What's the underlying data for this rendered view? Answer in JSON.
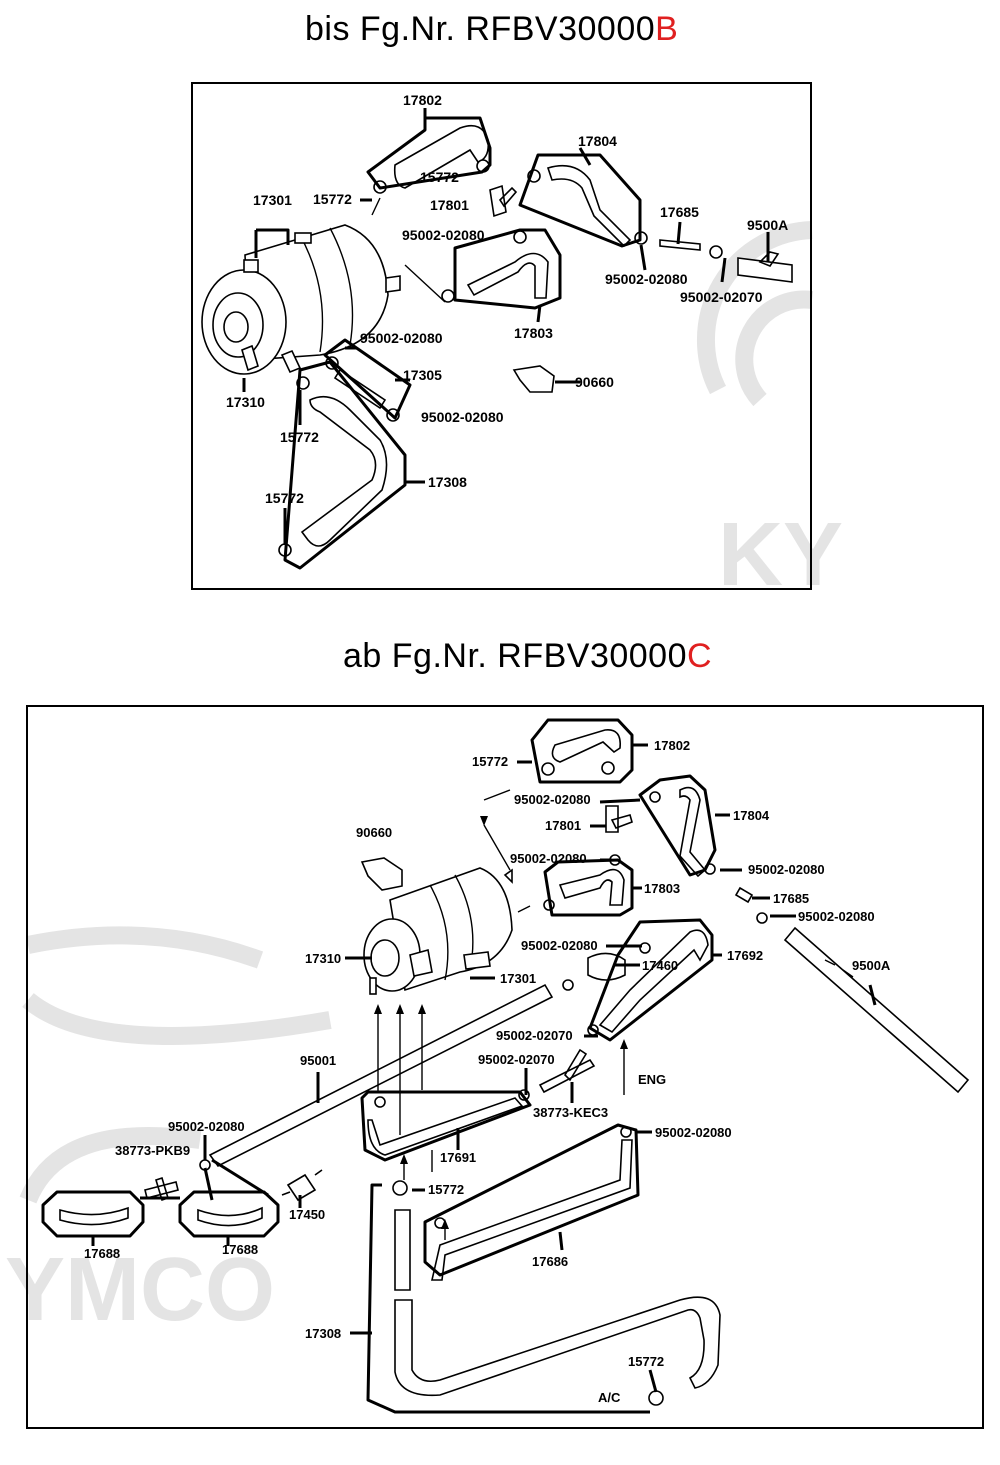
{
  "headings": {
    "top": {
      "prefix": "bis Fg.Nr. RFBV30000",
      "suffix": "B"
    },
    "bottom": {
      "prefix": "ab Fg.Nr. RFBV30000",
      "suffix": "C"
    }
  },
  "colors": {
    "suffix": "#e02020",
    "watermark": "#e4e4e4"
  },
  "watermark": {
    "top_text": "KY",
    "bottom_text": "YMCO"
  },
  "top_diagram": {
    "labels": {
      "p17802": "17802",
      "p15772_a": "15772",
      "p15772_b": "15772",
      "p17301": "17301",
      "p17801": "17801",
      "p95002_02080_a": "95002-02080",
      "p17804": "17804",
      "p17685": "17685",
      "p9500A": "9500A",
      "p95002_02080_b": "95002-02080",
      "p95002_02070": "95002-02070",
      "p17803": "17803",
      "p95002_02080_c": "95002-02080",
      "p17305": "17305",
      "p90660": "90660",
      "p17310": "17310",
      "p95002_02080_d": "95002-02080",
      "p15772_c": "15772",
      "p17308": "17308",
      "p15772_d": "15772"
    }
  },
  "bottom_diagram": {
    "labels": {
      "p15772_a": "15772",
      "p17802": "17802",
      "p95002_02080_a": "95002-02080",
      "p17804": "17804",
      "p17801": "17801",
      "p90660": "90660",
      "p95002_02080_b": "95002-02080",
      "p95002_02080_c": "95002-02080",
      "p17803": "17803",
      "p17685": "17685",
      "p95002_02080_d": "95002-02080",
      "p95002_02080_e": "95002-02080",
      "p17692": "17692",
      "p17310": "17310",
      "p17460": "17460",
      "p17301": "17301",
      "p9500A": "9500A",
      "p95002_02070_a": "95002-02070",
      "p95001": "95001",
      "p95002_02070_b": "95002-02070",
      "pENG": "ENG",
      "p38773_KEC3": "38773-KEC3",
      "p95002_02080_f": "95002-02080",
      "p95002_02080_g": "95002-02080",
      "p17691": "17691",
      "p38773_PKB9": "38773-PKB9",
      "p15772_b": "15772",
      "p17450": "17450",
      "p17688_a": "17688",
      "p17688_b": "17688",
      "p17686": "17686",
      "p17308": "17308",
      "p15772_c": "15772",
      "pAC": "A/C"
    }
  }
}
